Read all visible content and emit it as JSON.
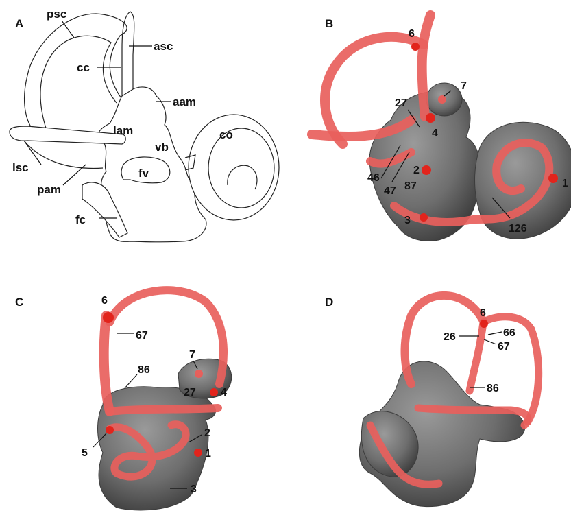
{
  "panels": {
    "A": {
      "letter": "A",
      "labels": {
        "psc": "psc",
        "asc": "asc",
        "cc": "cc",
        "aam": "aam",
        "lam": "lam",
        "co": "co",
        "vb": "vb",
        "fv": "fv",
        "lsc": "lsc",
        "pam": "pam",
        "fc": "fc"
      }
    },
    "B": {
      "letter": "B",
      "labels": [
        "6",
        "7",
        "27",
        "4",
        "2",
        "46",
        "87",
        "47",
        "3",
        "1",
        "126"
      ]
    },
    "C": {
      "letter": "C",
      "labels": [
        "6",
        "67",
        "86",
        "7",
        "27",
        "4",
        "2",
        "5",
        "1",
        "3"
      ]
    },
    "D": {
      "letter": "D",
      "labels": [
        "6",
        "26",
        "66",
        "67",
        "86"
      ]
    }
  },
  "colors": {
    "landmark": "#ef5a55",
    "landmark_strong": "#e2241c",
    "surface": "#7a7a7a",
    "line": "#222222"
  }
}
